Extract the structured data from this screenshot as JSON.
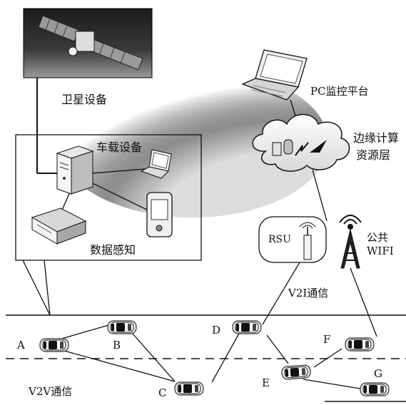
{
  "labels": {
    "satellite": "卫星设备",
    "vehicle_equipment": "车载设备",
    "data_sensing": "数据感知",
    "pc_platform": "PC监控平台",
    "edge_layer_line1": "边缘计算",
    "edge_layer_line2": "资源层",
    "rsu": "RSU",
    "wifi_line1": "公共",
    "wifi_line2": "WIFI",
    "v2i": "V2I通信",
    "v2v": "V2V通信"
  },
  "cars": [
    {
      "id": "A"
    },
    {
      "id": "B"
    },
    {
      "id": "C"
    },
    {
      "id": "D"
    },
    {
      "id": "E"
    },
    {
      "id": "F"
    },
    {
      "id": "G"
    }
  ]
}
